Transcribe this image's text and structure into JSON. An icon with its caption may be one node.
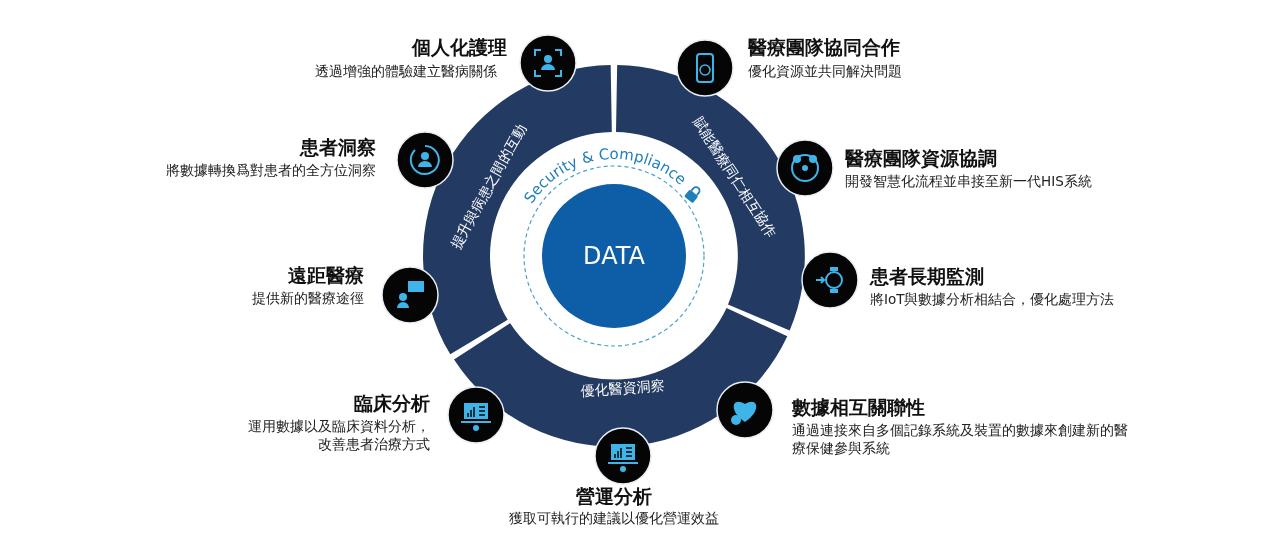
{
  "diagram": {
    "nodes": [
      {
        "text": [
          "提升與病患之間的互動"
        ]
      },
      {
        "text": [
          "賦能醫療同仁相互協作"
        ]
      },
      {
        "text": [
          "優化醫資洞察"
        ]
      },
      {
        "text": [
          "Security & Compliance"
        ]
      },
      {
        "text": [
          "DATA"
        ],
        "in": 3
      }
    ],
    "labels": [
      "個人化護理",
      "透過增強的體驗建立醫病關係",
      "醫療團隊協同合作",
      "優化資源並共同解決問題",
      "患者洞察",
      "將數據轉換爲對患者的全方位洞察",
      "醫療團隊資源協調",
      "開發智慧化流程並串接至新一代HIS系統",
      "遠距醫療",
      "提供新的醫療途徑",
      "患者長期監測",
      "將IoT與數據分析相結合，優化處理方法",
      "臨床分析",
      "運用數據以及臨床資料分析，改善患者治療方式",
      "數據相互關聯性",
      "通過連接來自多個記錄系統及裝置的數據來創建新的醫療保健參與系統",
      "營運分析",
      "獲取可執行的建議以優化營運效益"
    ]
  }
}
